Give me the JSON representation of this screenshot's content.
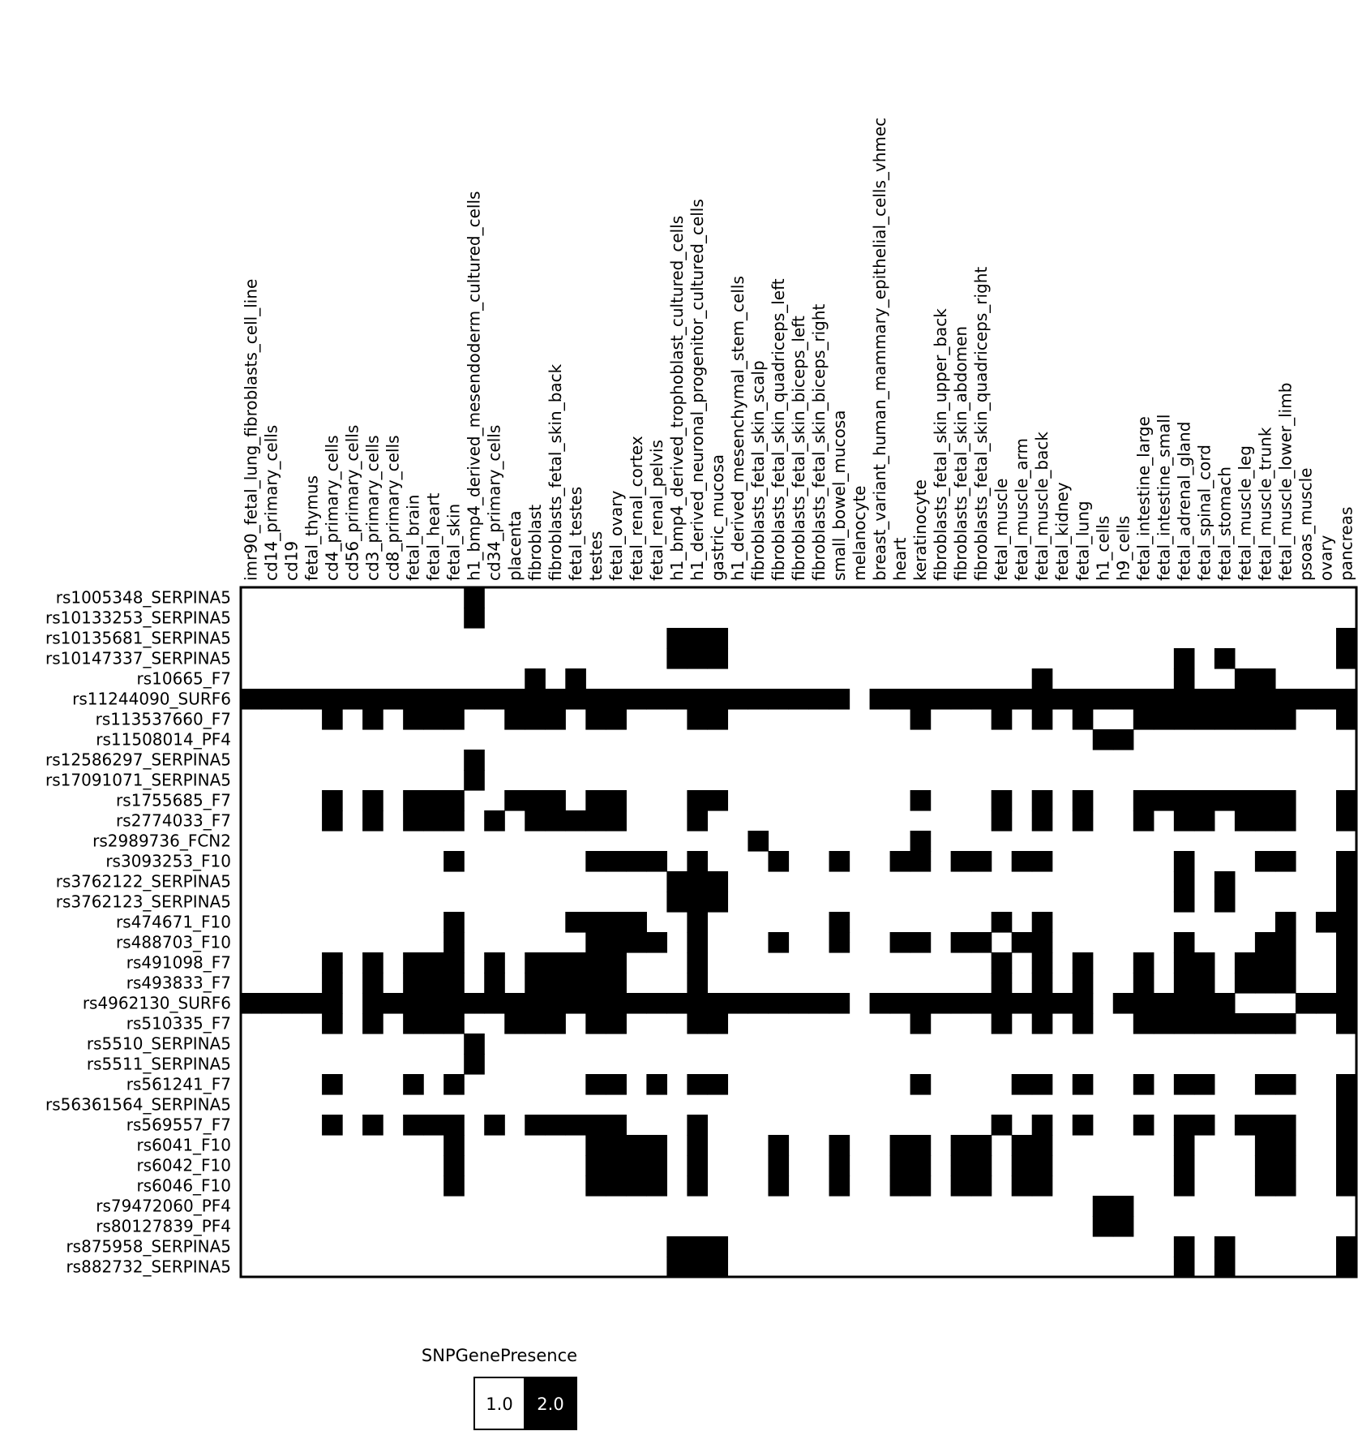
{
  "chart_data": {
    "type": "heatmap",
    "legend": {
      "title": "SNPGenePresence",
      "entries": [
        {
          "label": "1.0",
          "color": "#ffffff",
          "text_color": "#000000"
        },
        {
          "label": "2.0",
          "color": "#000000",
          "text_color": "#ffffff"
        }
      ]
    },
    "columns": [
      "imr90_fetal_lung_fibroblasts_cell_line",
      "cd14_primary_cells",
      "cd19",
      "fetal_thymus",
      "cd4_primary_cells",
      "cd56_primary_cells",
      "cd3_primary_cells",
      "cd8_primary_cells",
      "fetal_brain",
      "fetal_heart",
      "fetal_skin",
      "h1_bmp4_derived_mesendoderm_cultured_cells",
      "cd34_primary_cells",
      "placenta",
      "fibroblast",
      "fibroblasts_fetal_skin_back",
      "fetal_testes",
      "testes",
      "fetal_ovary",
      "fetal_renal_cortex",
      "fetal_renal_pelvis",
      "h1_bmp4_derived_trophoblast_cultured_cells",
      "h1_derived_neuronal_progenitor_cultured_cells",
      "gastric_mucosa",
      "h1_derived_mesenchymal_stem_cells",
      "fibroblasts_fetal_skin_scalp",
      "fibroblasts_fetal_skin_quadriceps_left",
      "fibroblasts_fetal_skin_biceps_left",
      "fibroblasts_fetal_skin_biceps_right",
      "small_bowel_mucosa",
      "melanocyte",
      "breast_variant_human_mammary_epithelial_cells_vhmec",
      "heart",
      "keratinocyte",
      "fibroblasts_fetal_skin_upper_back",
      "fibroblasts_fetal_skin_abdomen",
      "fibroblasts_fetal_skin_quadriceps_right",
      "fetal_muscle",
      "fetal_muscle_arm",
      "fetal_muscle_back",
      "fetal_kidney",
      "fetal_lung",
      "h1_cells",
      "h9_cells",
      "fetal_intestine_large",
      "fetal_intestine_small",
      "fetal_adrenal_gland",
      "fetal_spinal_cord",
      "fetal_stomach",
      "fetal_muscle_leg",
      "fetal_muscle_trunk",
      "fetal_muscle_lower_limb",
      "psoas_muscle",
      "ovary",
      "pancreas"
    ],
    "rows": [
      "rs1005348_SERPINA5",
      "rs10133253_SERPINA5",
      "rs10135681_SERPINA5",
      "rs10147337_SERPINA5",
      "rs10665_F7",
      "rs11244090_SURF6",
      "rs113537660_F7",
      "rs11508014_PF4",
      "rs12586297_SERPINA5",
      "rs17091071_SERPINA5",
      "rs1755685_F7",
      "rs2774033_F7",
      "rs2989736_FCN2",
      "rs3093253_F10",
      "rs3762122_SERPINA5",
      "rs3762123_SERPINA5",
      "rs474671_F10",
      "rs488703_F10",
      "rs491098_F7",
      "rs493833_F7",
      "rs4962130_SURF6",
      "rs510335_F7",
      "rs5510_SERPINA5",
      "rs5511_SERPINA5",
      "rs561241_F7",
      "rs56361564_SERPINA5",
      "rs569557_F7",
      "rs6041_F10",
      "rs6042_F10",
      "rs6046_F10",
      "rs79472060_PF4",
      "rs80127839_PF4",
      "rs875958_SERPINA5",
      "rs882732_SERPINA5"
    ],
    "present_value": 2.0,
    "absent_value": 1.0,
    "present_cells": [
      [
        11
      ],
      [
        11
      ],
      [
        21,
        22,
        23,
        54
      ],
      [
        21,
        22,
        23,
        46,
        48,
        54
      ],
      [
        14,
        16,
        39,
        46,
        49,
        50
      ],
      [
        0,
        1,
        2,
        3,
        4,
        5,
        6,
        7,
        8,
        9,
        10,
        11,
        12,
        13,
        14,
        15,
        16,
        17,
        18,
        19,
        20,
        21,
        22,
        23,
        24,
        25,
        26,
        27,
        28,
        29,
        31,
        32,
        33,
        34,
        35,
        36,
        37,
        38,
        39,
        40,
        41,
        42,
        43,
        44,
        45,
        46,
        47,
        48,
        49,
        50,
        51,
        52,
        53,
        54
      ],
      [
        4,
        6,
        8,
        9,
        10,
        13,
        14,
        15,
        17,
        18,
        22,
        23,
        33,
        37,
        39,
        41,
        44,
        45,
        46,
        47,
        48,
        49,
        50,
        51,
        54
      ],
      [
        42,
        43
      ],
      [
        11
      ],
      [
        11
      ],
      [
        4,
        6,
        8,
        9,
        10,
        13,
        14,
        15,
        17,
        18,
        22,
        23,
        33,
        37,
        39,
        41,
        44,
        45,
        46,
        47,
        48,
        49,
        50,
        51,
        54
      ],
      [
        4,
        6,
        8,
        9,
        10,
        12,
        14,
        15,
        16,
        17,
        18,
        22,
        37,
        39,
        41,
        44,
        46,
        47,
        49,
        50,
        51,
        54
      ],
      [
        25,
        33
      ],
      [
        10,
        17,
        18,
        19,
        20,
        22,
        26,
        29,
        32,
        33,
        35,
        36,
        38,
        39,
        46,
        50,
        51,
        54
      ],
      [
        21,
        22,
        23,
        46,
        48,
        54
      ],
      [
        21,
        22,
        23,
        46,
        48,
        54
      ],
      [
        10,
        16,
        17,
        18,
        19,
        22,
        29,
        37,
        39,
        51,
        53,
        54
      ],
      [
        10,
        17,
        18,
        19,
        20,
        22,
        26,
        29,
        32,
        33,
        35,
        36,
        38,
        39,
        46,
        50,
        51,
        54
      ],
      [
        4,
        6,
        8,
        9,
        10,
        12,
        14,
        15,
        16,
        17,
        18,
        22,
        37,
        39,
        41,
        44,
        46,
        47,
        49,
        50,
        51,
        54
      ],
      [
        4,
        6,
        8,
        9,
        10,
        12,
        14,
        15,
        16,
        17,
        18,
        22,
        37,
        39,
        41,
        44,
        46,
        47,
        49,
        50,
        51,
        54
      ],
      [
        0,
        1,
        2,
        3,
        4,
        6,
        7,
        8,
        9,
        10,
        11,
        12,
        13,
        14,
        15,
        16,
        17,
        18,
        19,
        20,
        21,
        22,
        23,
        24,
        25,
        26,
        27,
        28,
        29,
        31,
        32,
        33,
        34,
        35,
        36,
        37,
        38,
        39,
        40,
        41,
        43,
        44,
        45,
        46,
        47,
        48,
        52,
        53,
        54
      ],
      [
        4,
        6,
        8,
        9,
        10,
        13,
        14,
        15,
        17,
        18,
        22,
        23,
        33,
        37,
        39,
        41,
        44,
        45,
        46,
        47,
        48,
        49,
        50,
        51,
        54
      ],
      [
        11
      ],
      [
        11
      ],
      [
        4,
        8,
        10,
        17,
        18,
        20,
        22,
        23,
        33,
        38,
        39,
        41,
        44,
        46,
        47,
        50,
        51,
        54
      ],
      [
        54
      ],
      [
        4,
        6,
        8,
        9,
        10,
        12,
        14,
        15,
        16,
        17,
        18,
        22,
        37,
        39,
        41,
        44,
        46,
        47,
        49,
        50,
        51,
        54
      ],
      [
        10,
        17,
        18,
        19,
        20,
        22,
        26,
        29,
        32,
        33,
        35,
        36,
        38,
        39,
        46,
        50,
        51,
        54
      ],
      [
        10,
        17,
        18,
        19,
        20,
        22,
        26,
        29,
        32,
        33,
        35,
        36,
        38,
        39,
        46,
        50,
        51,
        54
      ],
      [
        10,
        17,
        18,
        19,
        20,
        22,
        26,
        29,
        32,
        33,
        35,
        36,
        38,
        39,
        46,
        50,
        51,
        54
      ],
      [
        42,
        43
      ],
      [
        42,
        43
      ],
      [
        21,
        22,
        23,
        46,
        48,
        54
      ],
      [
        21,
        22,
        23,
        46,
        48,
        54
      ]
    ]
  }
}
